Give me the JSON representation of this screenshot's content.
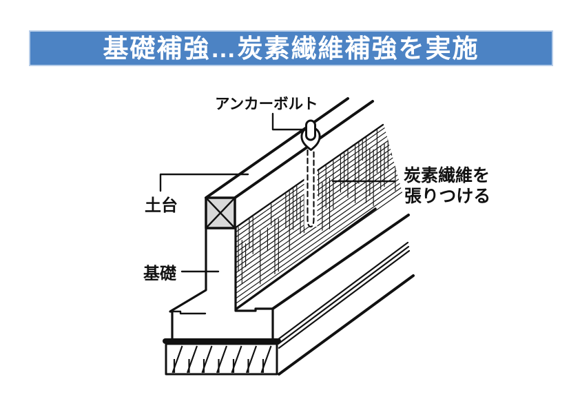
{
  "title_bar": {
    "text": "基礎補強…炭素繊維補強を実施",
    "bg_color": "#4C83C4",
    "text_color": "#FFFFFF"
  },
  "diagram": {
    "labels": {
      "anchor_bolt": "アンカーボルト",
      "sill": "土台",
      "foundation": "基礎",
      "carbon_fiber_line1": "炭素繊維を",
      "carbon_fiber_line2": "張りつける"
    },
    "colors": {
      "line": "#111111",
      "sill_section_fill": "#d9d9d9",
      "background": "#ffffff"
    }
  }
}
